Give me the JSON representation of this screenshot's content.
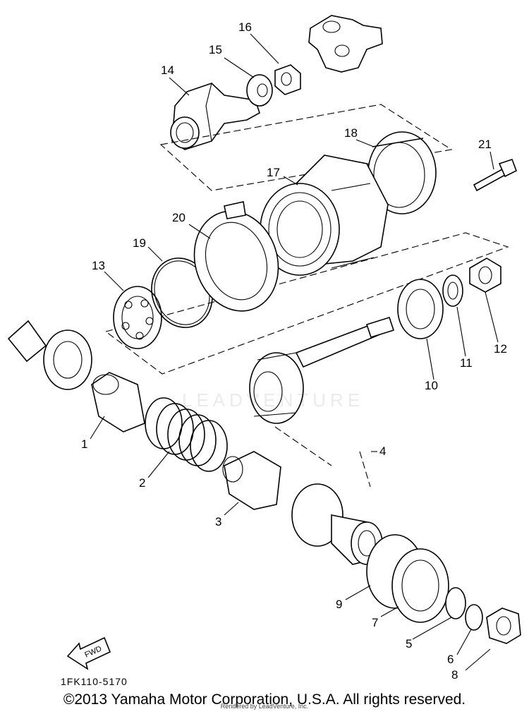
{
  "diagram": {
    "callouts": [
      "1",
      "2",
      "3",
      "4",
      "5",
      "6",
      "7",
      "8",
      "9",
      "10",
      "11",
      "12",
      "13",
      "14",
      "15",
      "16",
      "17",
      "18",
      "19",
      "20",
      "21"
    ],
    "fwd_label": "FWD",
    "part_code": "1FK110-5170",
    "watermark": "LEADVENTURE",
    "copyright": "©2013 Yamaha Motor Corporation, U.S.A. All rights reserved.",
    "rendered_by": "Rendered by LeadVenture, Inc."
  }
}
